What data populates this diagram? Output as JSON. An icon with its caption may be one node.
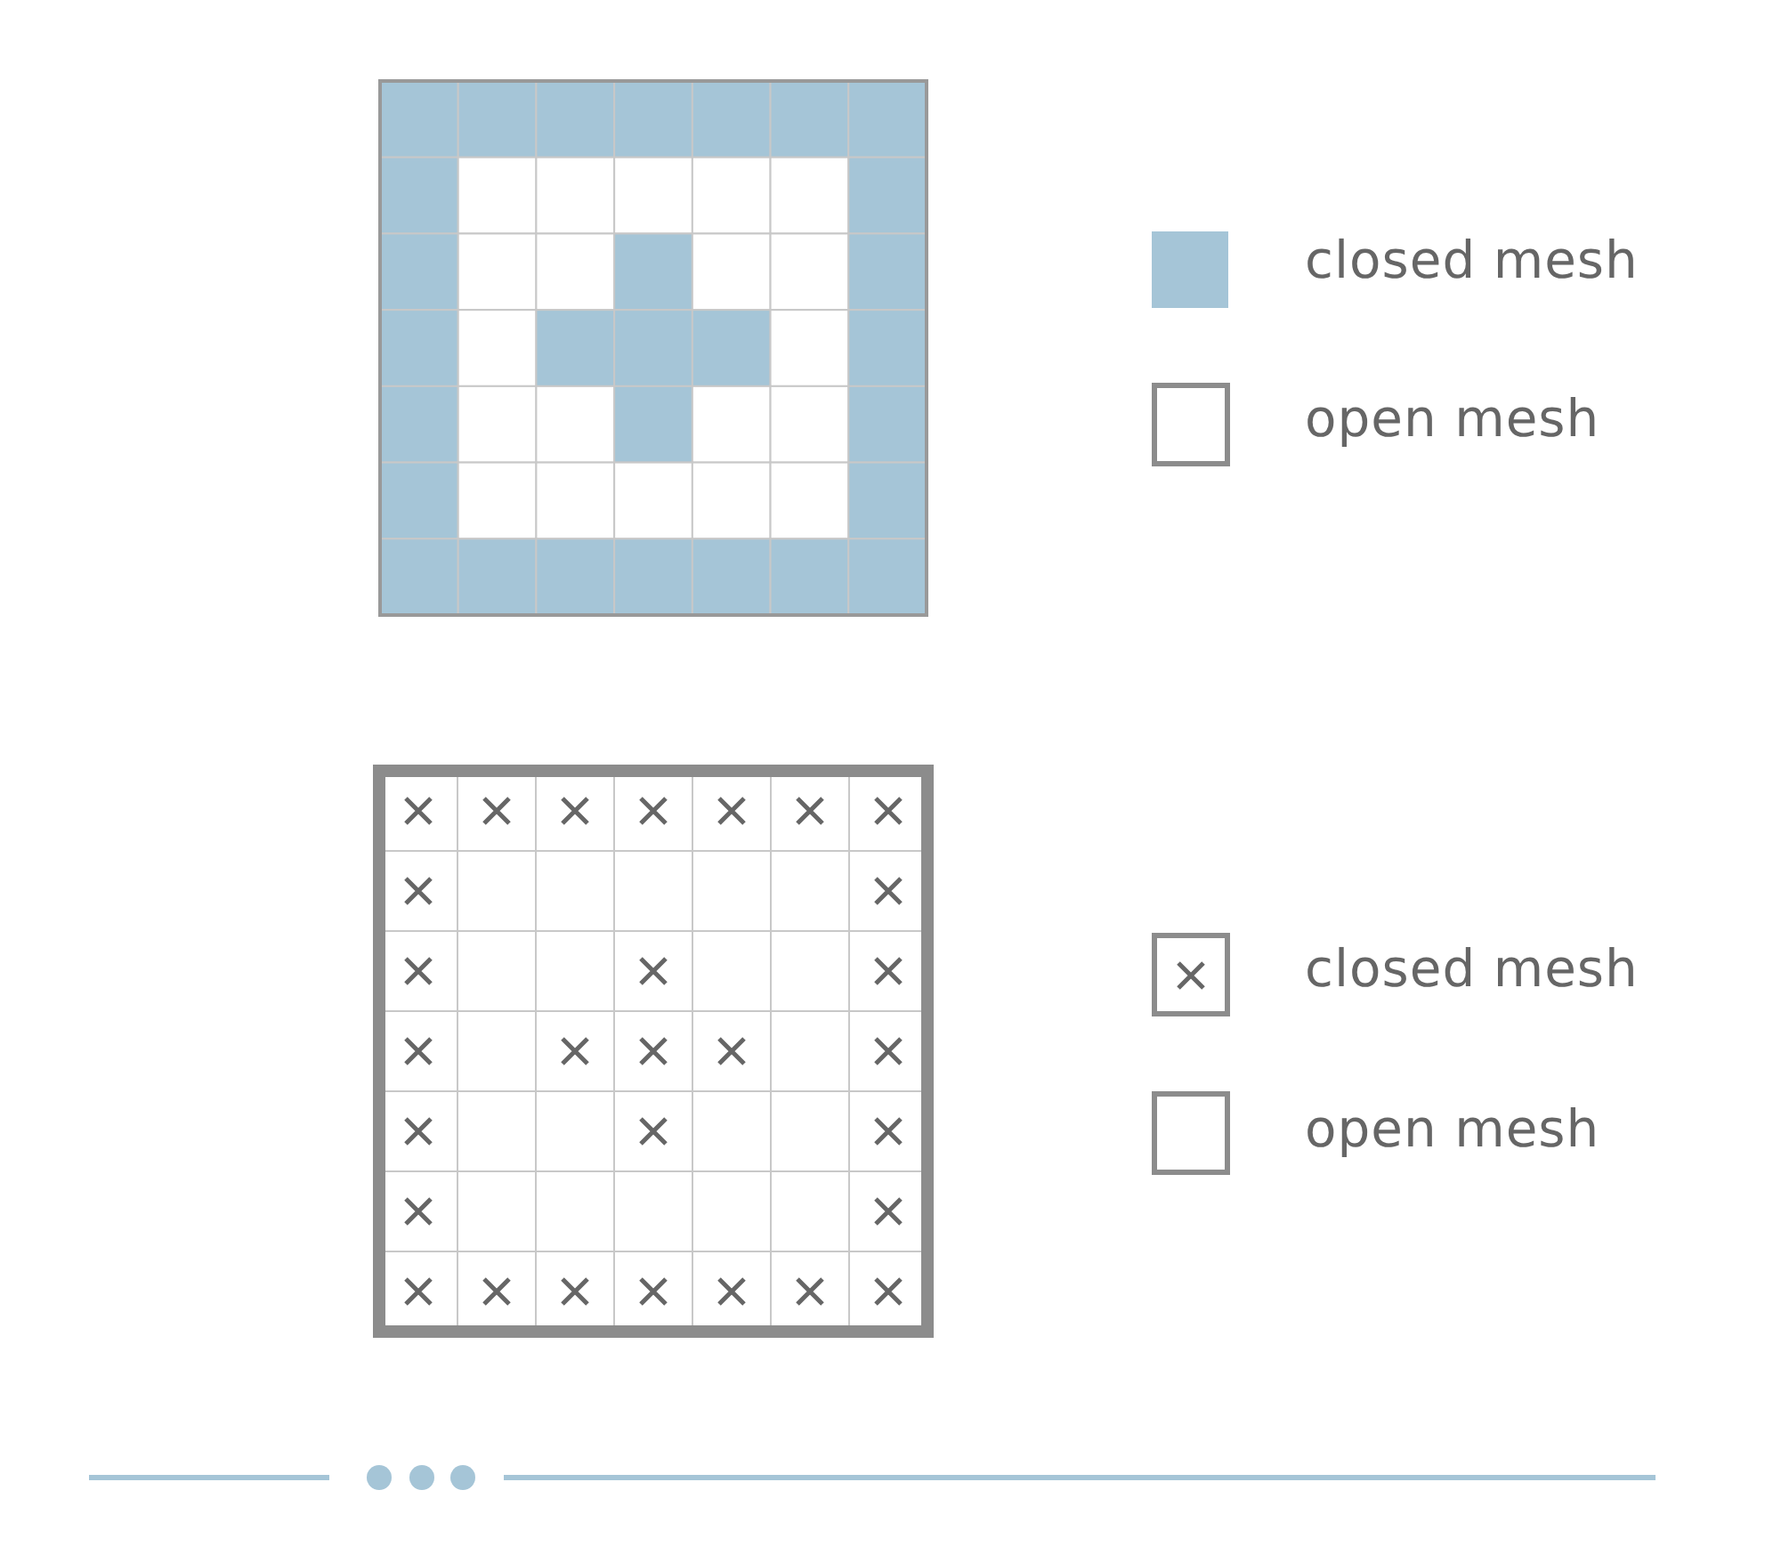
{
  "diagram": {
    "legend": [
      {
        "text": "closed mesh",
        "color": "#a5c5d7"
      },
      {
        "text": "open mesh"
      },
      {
        "text": "closed mesh"
      },
      {
        "text": "open mesh"
      }
    ]
  }
}
